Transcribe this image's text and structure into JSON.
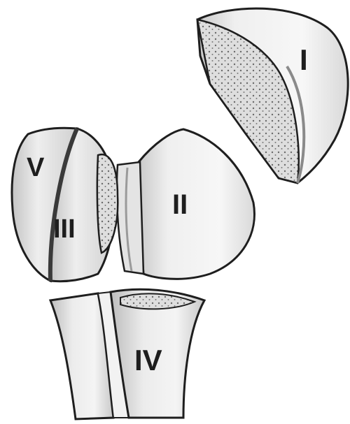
{
  "diagram": {
    "fragments": [
      {
        "id": "I",
        "label": "I"
      },
      {
        "id": "II",
        "label": "II"
      },
      {
        "id": "III",
        "label": "III"
      },
      {
        "id": "IV",
        "label": "IV"
      },
      {
        "id": "V",
        "label": "V"
      }
    ],
    "colors": {
      "ink": "#1e1e1e",
      "bone_light": "#f1f1f1",
      "bone_mid": "#d2d2d2",
      "bone_dark": "#9d9d9d",
      "background": "#ffffff"
    }
  }
}
